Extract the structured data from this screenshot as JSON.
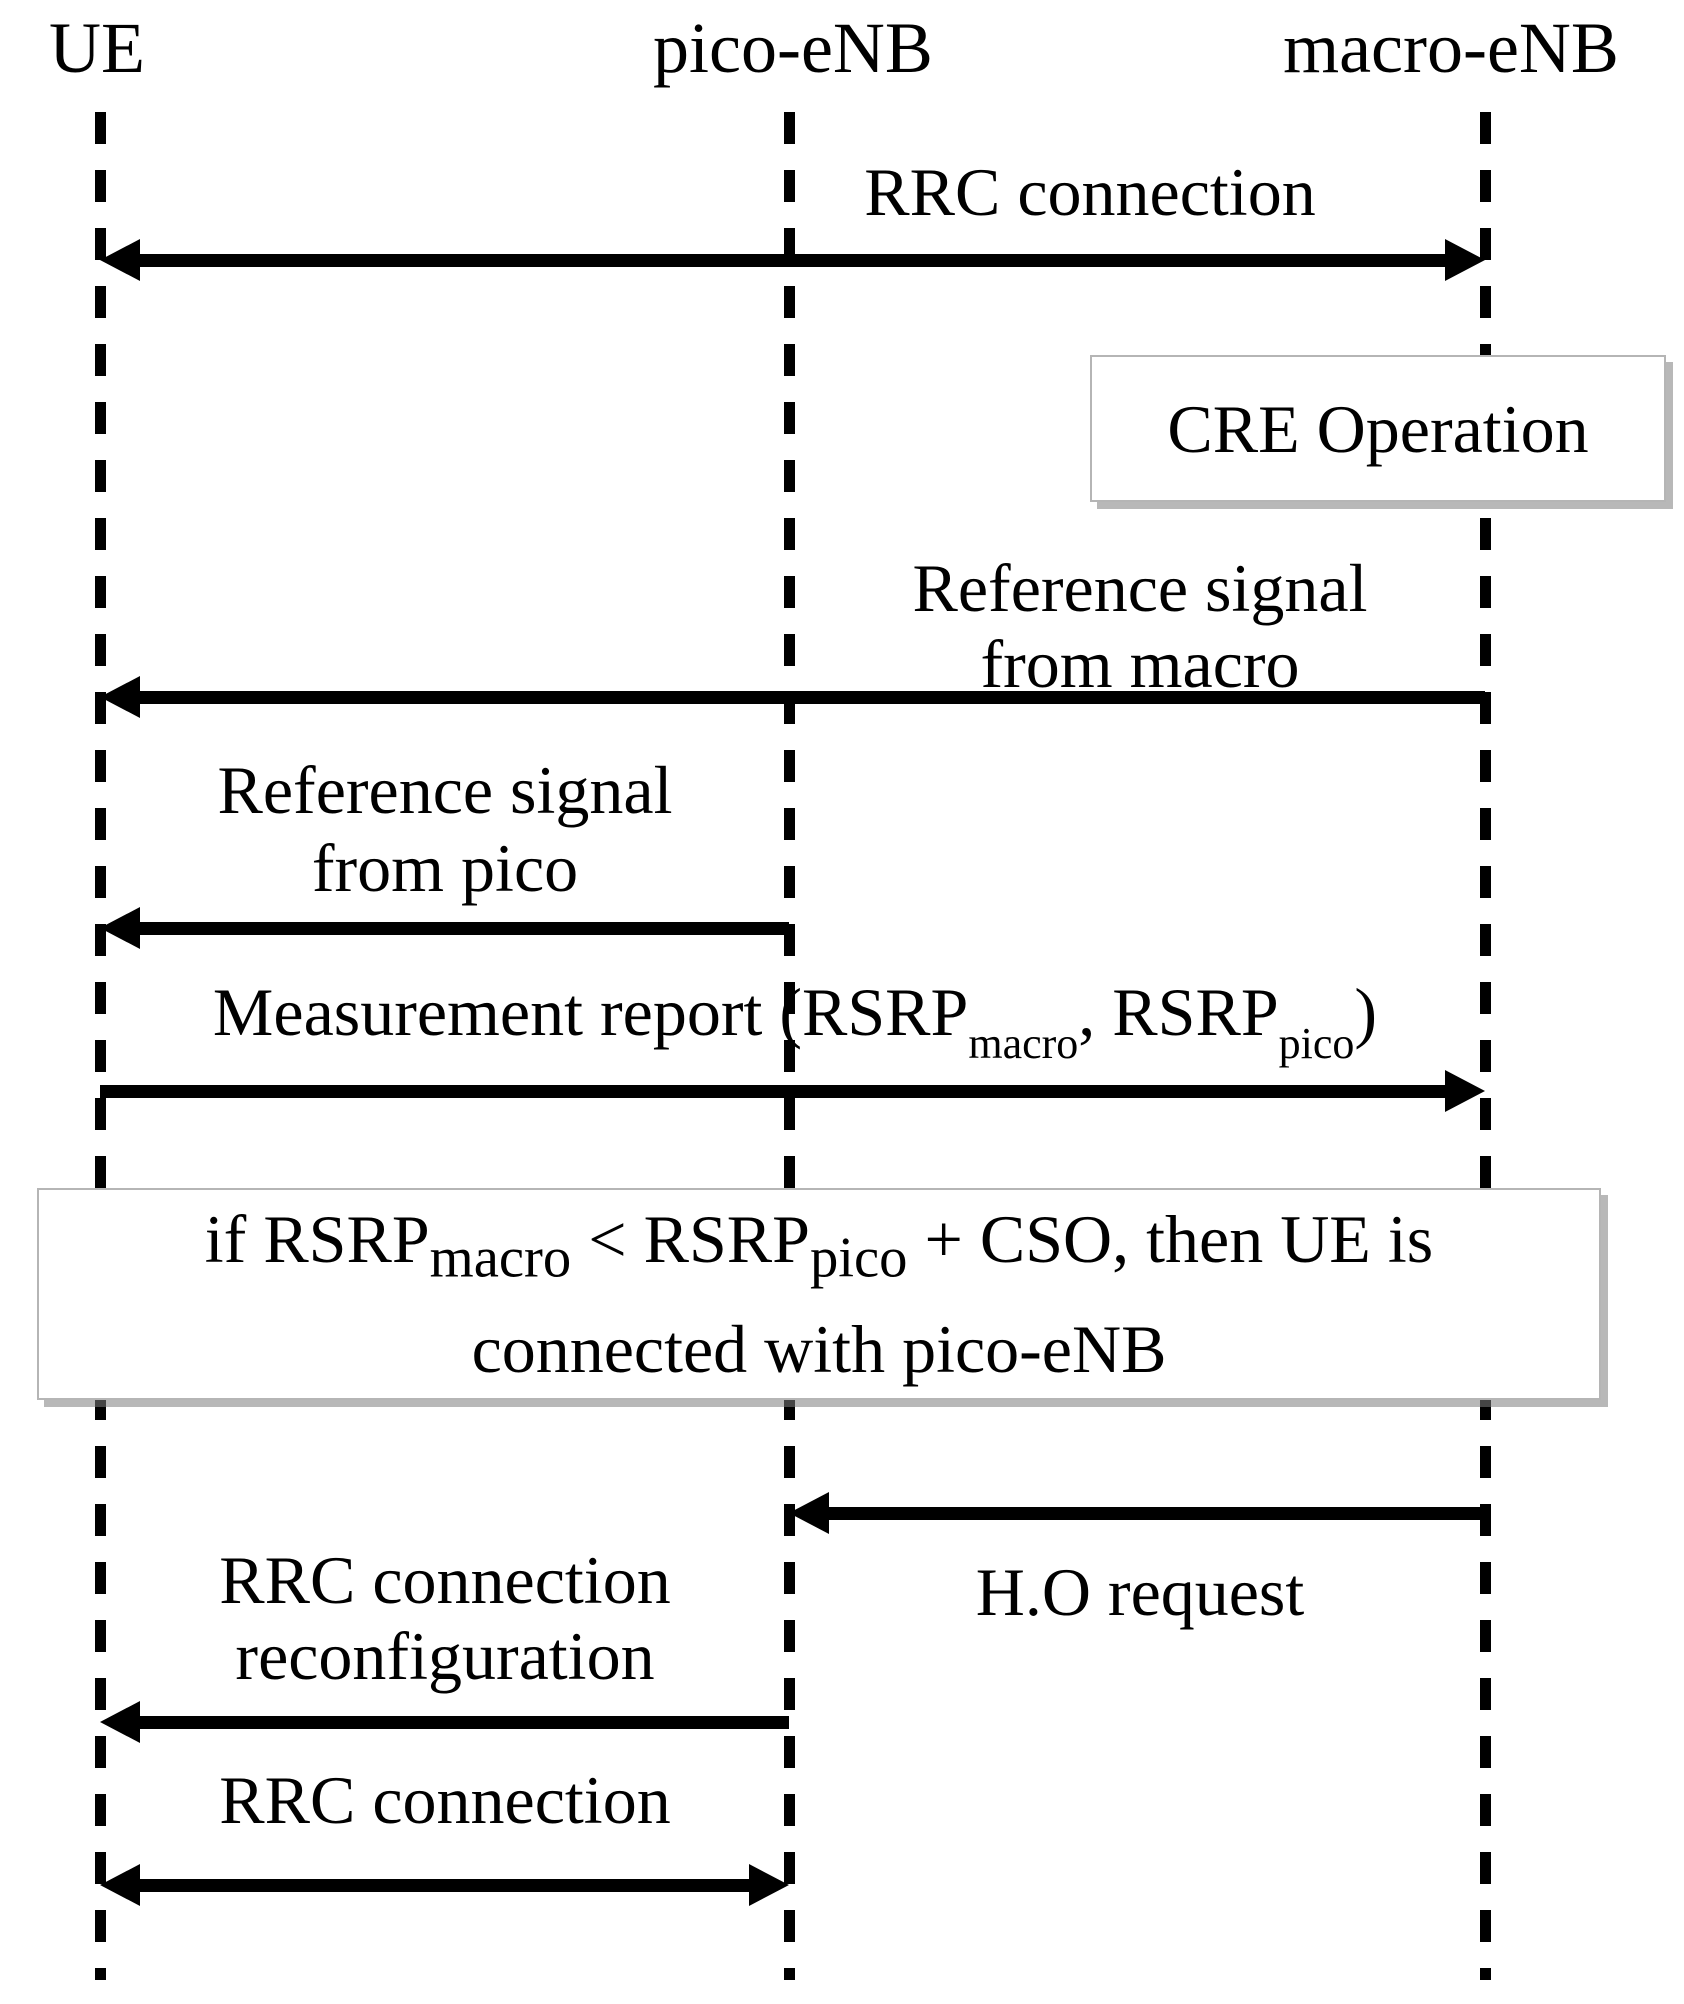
{
  "diagram": {
    "actors": [
      {
        "name": "UE"
      },
      {
        "name": "pico-eNB"
      },
      {
        "name": "macro-eNB"
      }
    ],
    "messages": {
      "rrc_connection_top": {
        "label": "RRC connection"
      },
      "cre_operation": {
        "label": "CRE Operation"
      },
      "ref_signal_macro": {
        "line1": "Reference signal",
        "line2": "from macro"
      },
      "ref_signal_pico": {
        "line1": "Reference signal",
        "line2": "from pico"
      },
      "measurement_report": {
        "prefix": "Measurement report (RSRP",
        "sub1": "macro",
        "mid": ", RSRP",
        "sub2": "pico",
        "suffix": ")"
      },
      "cre_condition_note": {
        "if_prefix": "if RSRP",
        "sub1": "macro",
        "cmp": " < RSRP",
        "sub2": "pico",
        "tail": " + CSO,  then UE is",
        "line2": "connected with pico-eNB"
      },
      "ho_request": {
        "label": "H.O request"
      },
      "rrc_reconfiguration": {
        "line1": "RRC connection",
        "line2": "reconfiguration"
      },
      "rrc_connection_bottom": {
        "label": "RRC connection"
      }
    },
    "colors": {
      "ink": "#000000",
      "background": "#ffffff",
      "note_border": "#b5b5b5",
      "note_shadow": "#7d7d7d"
    }
  }
}
